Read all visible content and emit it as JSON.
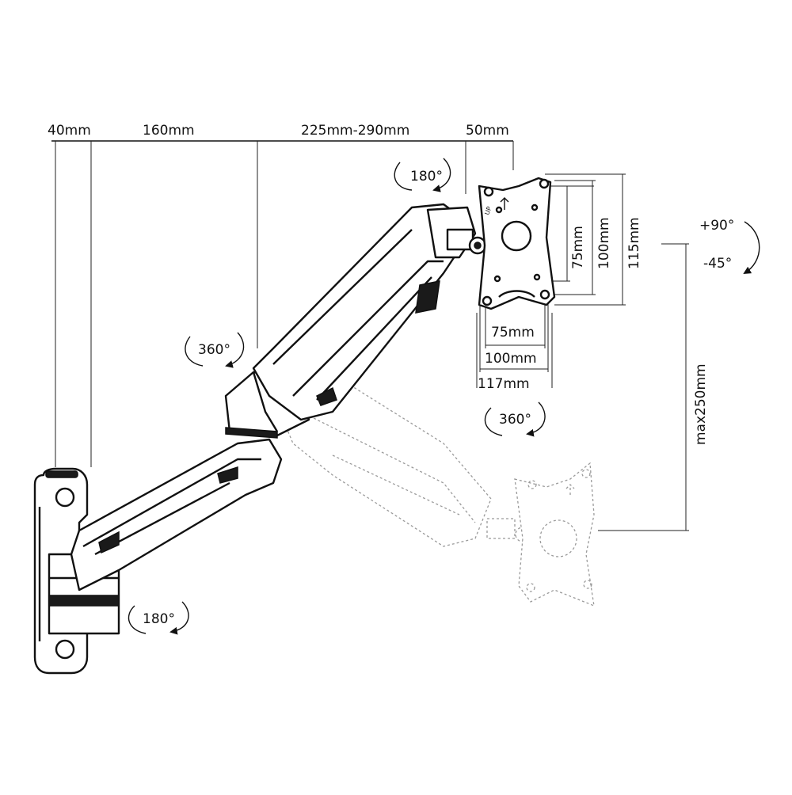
{
  "dimensions": {
    "top": {
      "wall_offset": "40mm",
      "first_arm": "160mm",
      "second_arm": "225mm-290mm",
      "head": "50mm"
    },
    "vesa_vertical": [
      "75mm",
      "100mm",
      "115mm"
    ],
    "vesa_horizontal": [
      "75mm",
      "100mm",
      "117mm"
    ],
    "height_adjust": "max250mm"
  },
  "rotations": {
    "head_swivel": "180°",
    "arm_joint": "360°",
    "plate_rotation": "360°",
    "wall_swivel": "180°",
    "tilt_up": "+90°",
    "tilt_down": "-45°"
  },
  "plate": {
    "up_marker": "UP"
  },
  "icons": [
    "rotate-arrow-icon",
    "tilt-arrow-icon",
    "up-arrow-icon"
  ]
}
